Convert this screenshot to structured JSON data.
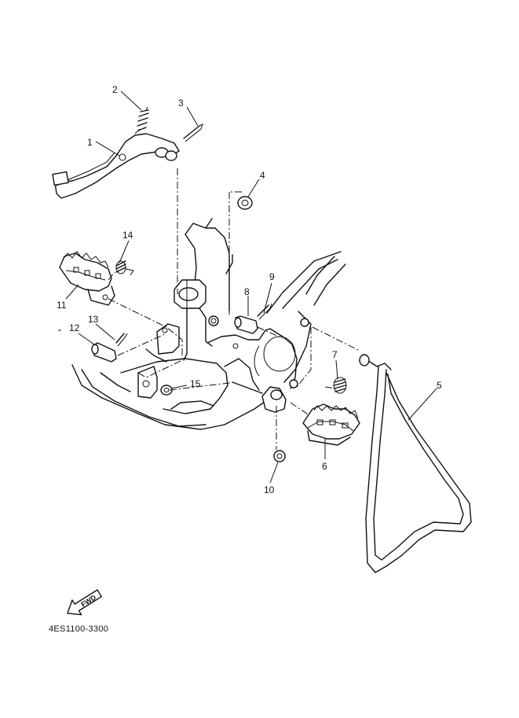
{
  "diagram": {
    "callouts": [
      {
        "id": "1",
        "text": "1"
      },
      {
        "id": "2",
        "text": "2"
      },
      {
        "id": "3",
        "text": "3"
      },
      {
        "id": "4",
        "text": "4"
      },
      {
        "id": "5",
        "text": "5"
      },
      {
        "id": "6",
        "text": "6"
      },
      {
        "id": "7",
        "text": "7"
      },
      {
        "id": "8",
        "text": "8"
      },
      {
        "id": "9",
        "text": "9"
      },
      {
        "id": "10",
        "text": "10"
      },
      {
        "id": "11",
        "text": "11"
      },
      {
        "id": "12",
        "text": "12"
      },
      {
        "id": "13",
        "text": "13"
      },
      {
        "id": "14",
        "text": "14"
      },
      {
        "id": "15",
        "text": "15"
      }
    ],
    "fwd_label": "FWD",
    "part_code": "4ES1100-3300"
  }
}
